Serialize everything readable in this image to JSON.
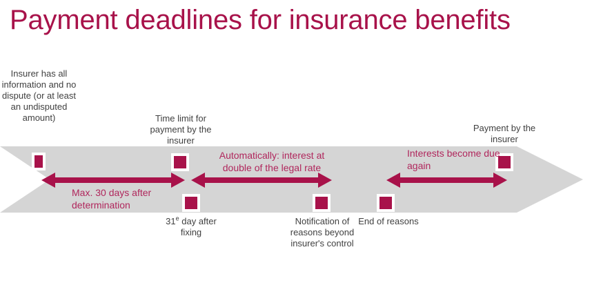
{
  "title": "Payment deadlines for insurance benefits",
  "colors": {
    "accent_red": "#A8124A",
    "text_red": "#B0265C",
    "band_gray": "#D5D5D5",
    "label_gray": "#404040"
  },
  "band": {
    "name": "timeline-band",
    "shape": "chevron-arrow"
  },
  "markers": [
    {
      "id": "marker-insurer-has-all-information",
      "row": "top"
    },
    {
      "id": "marker-time-limit-for-payment",
      "row": "top"
    },
    {
      "id": "marker-payment-by-the-insurer",
      "row": "top"
    },
    {
      "id": "marker-31e-day-after-fixing",
      "row": "bottom"
    },
    {
      "id": "marker-notification-of-reasons",
      "row": "bottom"
    },
    {
      "id": "marker-end-of-reasons",
      "row": "bottom"
    }
  ],
  "labels_above": [
    {
      "id": "label-insurer-has-all-information",
      "text": "Insurer has all information and no dispute (or at least an undisputed amount)"
    },
    {
      "id": "label-time-limit-for-payment",
      "text": "Time limit for payment by the insurer"
    },
    {
      "id": "label-payment-by-the-insurer",
      "text": "Payment by the insurer"
    }
  ],
  "labels_below": [
    {
      "id": "label-31e-day-after-fixing",
      "text_prefix": "31",
      "text_sup": "e",
      "text_suffix": " day after fixing"
    },
    {
      "id": "label-notification-of-reasons",
      "text": "Notification of reasons beyond insurer's control"
    },
    {
      "id": "label-end-of-reasons",
      "text": "End of reasons"
    }
  ],
  "arrow_labels": [
    {
      "id": "arrow-label-max-30-days",
      "text": "Max. 30 days after determination"
    },
    {
      "id": "arrow-label-automatic-interest",
      "text": "Automatically: interest at double of the legal rate"
    },
    {
      "id": "arrow-label-interests-due-again",
      "text": "Interests become due again"
    }
  ],
  "arrows": [
    {
      "id": "arrow-determination-to-time-limit",
      "direction": "double"
    },
    {
      "id": "arrow-31e-day-to-notification",
      "direction": "double"
    },
    {
      "id": "arrow-end-of-reasons-to-payment",
      "direction": "double"
    }
  ]
}
